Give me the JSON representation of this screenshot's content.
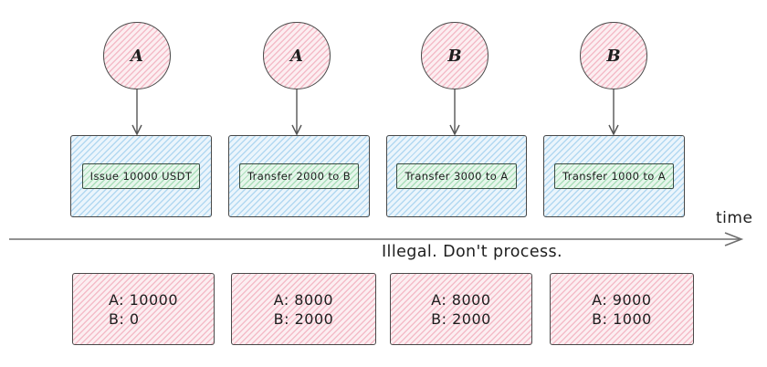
{
  "diagram": {
    "timeline_label": "time",
    "annotation": "Illegal. Don't process.",
    "columns": [
      {
        "actor": "A",
        "transaction": "Issue 10000 USDT",
        "balance_a": "A: 10000",
        "balance_b": "B: 0"
      },
      {
        "actor": "A",
        "transaction": "Transfer 2000 to B",
        "balance_a": "A: 8000",
        "balance_b": "B: 2000"
      },
      {
        "actor": "B",
        "transaction": "Transfer 3000 to A",
        "balance_a": "A: 8000",
        "balance_b": "B: 2000"
      },
      {
        "actor": "B",
        "transaction": "Transfer 1000 to A",
        "balance_a": "A: 9000",
        "balance_b": "B: 1000"
      }
    ],
    "colors": {
      "pink_fill": "#fceef1",
      "pink_hatch": "#f4bcc8",
      "blue_fill": "#ebf5fc",
      "blue_hatch": "#b2d8f1",
      "green_fill": "#e7f6ec",
      "green_hatch": "#abdfbb",
      "stroke": "#4a4a4a",
      "text": "#1e1e1e"
    }
  }
}
